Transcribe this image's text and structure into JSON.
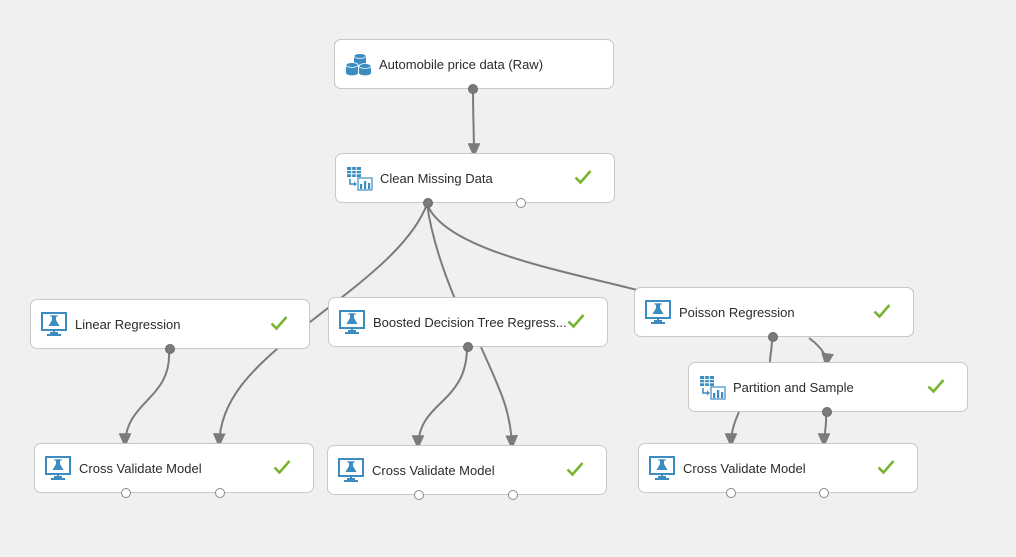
{
  "experiment": {
    "nodes": {
      "raw": {
        "label": "Automobile price data (Raw)",
        "icon": "dataset-icon",
        "status": ""
      },
      "clean": {
        "label": "Clean Missing Data",
        "icon": "data-transform-icon",
        "status": "complete"
      },
      "linear": {
        "label": "Linear Regression",
        "icon": "ml-model-icon",
        "status": "complete"
      },
      "boosted": {
        "label": "Boosted Decision Tree Regress...",
        "icon": "ml-model-icon",
        "status": "complete"
      },
      "poisson": {
        "label": "Poisson Regression",
        "icon": "ml-model-icon",
        "status": "complete"
      },
      "partition": {
        "label": "Partition and Sample",
        "icon": "data-transform-icon",
        "status": "complete"
      },
      "cv1": {
        "label": "Cross Validate Model",
        "icon": "ml-model-icon",
        "status": "complete"
      },
      "cv2": {
        "label": "Cross Validate Model",
        "icon": "ml-model-icon",
        "status": "complete"
      },
      "cv3": {
        "label": "Cross Validate Model",
        "icon": "ml-model-icon",
        "status": "complete"
      }
    }
  },
  "colors": {
    "canvas": "#f0f0f0",
    "node_border": "#c8c8c8",
    "wire": "#7b7b7b",
    "check": "#7ab32e",
    "icon": "#3b8cc0"
  }
}
